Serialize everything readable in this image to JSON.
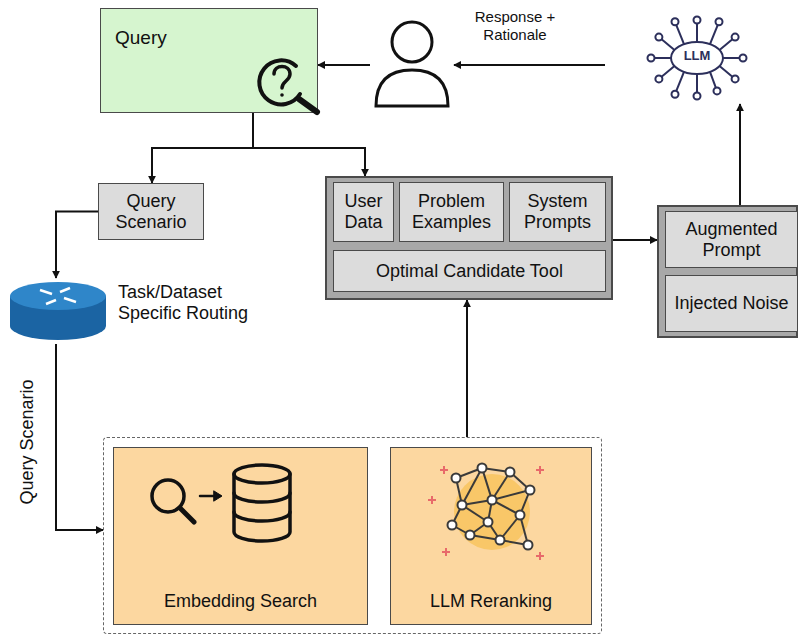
{
  "diagram": {
    "nodes": [
      {
        "text": [
          "Query"
        ]
      },
      {
        "text": []
      },
      {
        "text": [
          "LLM"
        ]
      },
      {
        "text": [
          "Query Scenario"
        ]
      },
      {
        "text": []
      },
      {
        "text": [
          "User Data"
        ],
        "in": 4
      },
      {
        "text": [
          "Problem Examples"
        ],
        "in": 4
      },
      {
        "text": [
          "System Prompts"
        ],
        "in": 4
      },
      {
        "text": [
          "Optimal Candidate Tool"
        ],
        "in": 4
      },
      {
        "text": []
      },
      {
        "text": [
          "Augmented Prompt"
        ],
        "in": 9
      },
      {
        "text": [
          "Injected Noise"
        ],
        "in": 9
      },
      {
        "text": [
          "Task/Dataset Specific Routing"
        ]
      },
      {
        "text": []
      },
      {
        "text": [
          "Embedding Search"
        ],
        "in": 13
      },
      {
        "text": [
          "LLM Reranking"
        ],
        "in": 13
      }
    ],
    "edges": [
      {
        "from": 2,
        "to": 1,
        "label": "Response + Rationale",
        "arrow": "to"
      },
      {
        "from": 1,
        "to": 0,
        "arrow": "to"
      },
      {
        "from": 0,
        "to": 3,
        "arrow": "to"
      },
      {
        "from": 0,
        "to": 4,
        "arrow": "to"
      },
      {
        "from": 3,
        "to": 12,
        "arrow": "to"
      },
      {
        "from": 12,
        "to": 13,
        "label": "Query Scenario",
        "arrow": "to"
      },
      {
        "from": 14,
        "to": 15,
        "arrow": "to"
      },
      {
        "from": 13,
        "to": 4,
        "arrow": "to"
      },
      {
        "from": 4,
        "to": 9,
        "arrow": "to"
      },
      {
        "from": 9,
        "to": 2,
        "arrow": "to"
      }
    ]
  }
}
